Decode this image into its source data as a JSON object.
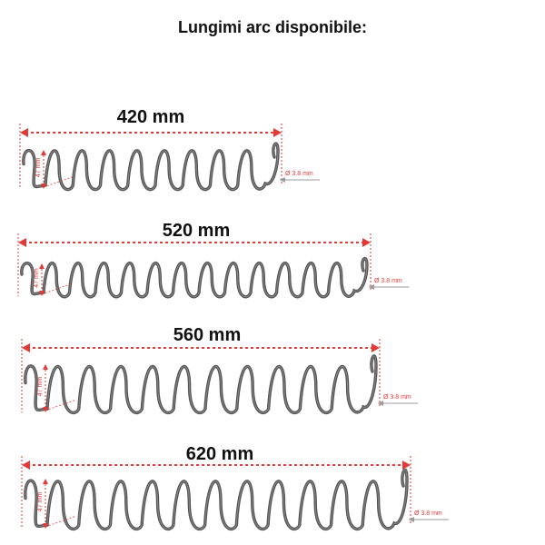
{
  "title": "Lungimi arc disponibile:",
  "springs": [
    {
      "length_label": "420 mm",
      "height_label": "47 mm",
      "diameter_label": "Ø  3.8 mm"
    },
    {
      "length_label": "520 mm",
      "height_label": "47 mm",
      "diameter_label": "Ø  3.8 mm"
    },
    {
      "length_label": "560 mm",
      "height_label": "47 mm",
      "diameter_label": "Ø  3.8 mm"
    },
    {
      "length_label": "620 mm",
      "height_label": "47 mm",
      "diameter_label": "Ø  3.8 mm"
    }
  ],
  "colors": {
    "dimension": "#e53935",
    "wire": "#555555",
    "wire_highlight": "#9a9a9a"
  }
}
